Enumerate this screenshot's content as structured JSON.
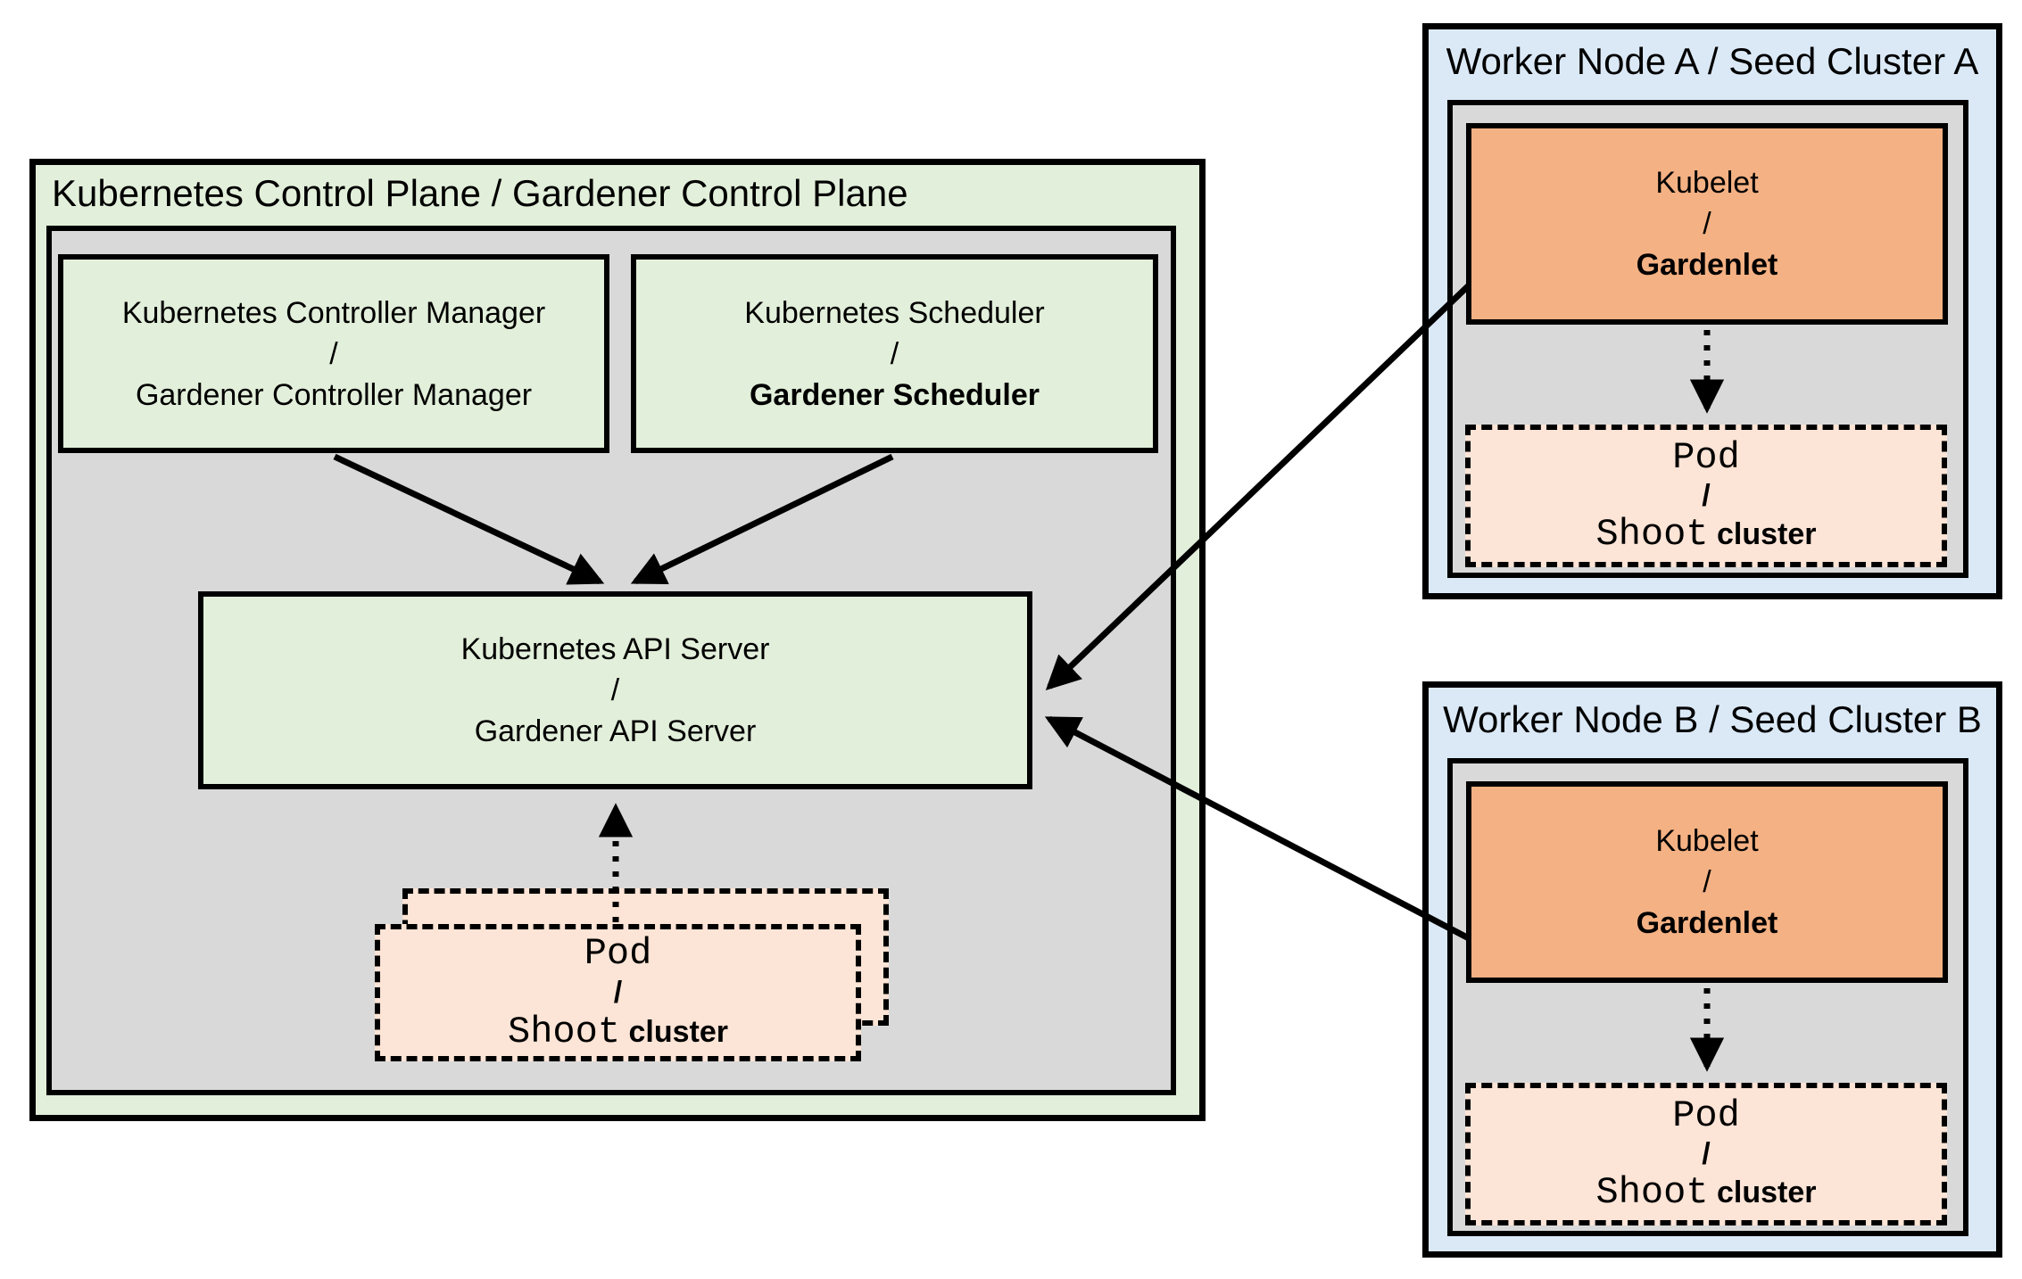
{
  "colors": {
    "panel_green": "#e2efda",
    "panel_gray": "#d9d9d9",
    "panel_blue": "#dbe9f7",
    "box_orange": "#f4b183",
    "box_peach": "#fce4d6",
    "line_black": "#000000"
  },
  "control_plane": {
    "title": "Kubernetes Control Plane / Gardener Control Plane",
    "controller_manager": {
      "top": "Kubernetes Controller Manager",
      "sep": "/",
      "bottom": "Gardener Controller Manager"
    },
    "scheduler": {
      "top": "Kubernetes Scheduler",
      "sep": "/",
      "bottom": "Gardener Scheduler"
    },
    "api_server": {
      "top": "Kubernetes API Server",
      "sep": "/",
      "bottom": "Gardener API Server"
    },
    "pod_stack": {
      "pod": "Pod",
      "sep": "/",
      "shoot": "Shoot",
      "cluster": "cluster"
    }
  },
  "worker_a": {
    "title": "Worker Node A / Seed Cluster A",
    "kubelet": {
      "top": "Kubelet",
      "sep": "/",
      "bottom": "Gardenlet"
    },
    "pod": {
      "pod": "Pod",
      "sep": "/",
      "shoot": "Shoot",
      "cluster": "cluster"
    }
  },
  "worker_b": {
    "title": "Worker Node B / Seed Cluster B",
    "kubelet": {
      "top": "Kubelet",
      "sep": "/",
      "bottom": "Gardenlet"
    },
    "pod": {
      "pod": "Pod",
      "sep": "/",
      "shoot": "Shoot",
      "cluster": "cluster"
    }
  }
}
